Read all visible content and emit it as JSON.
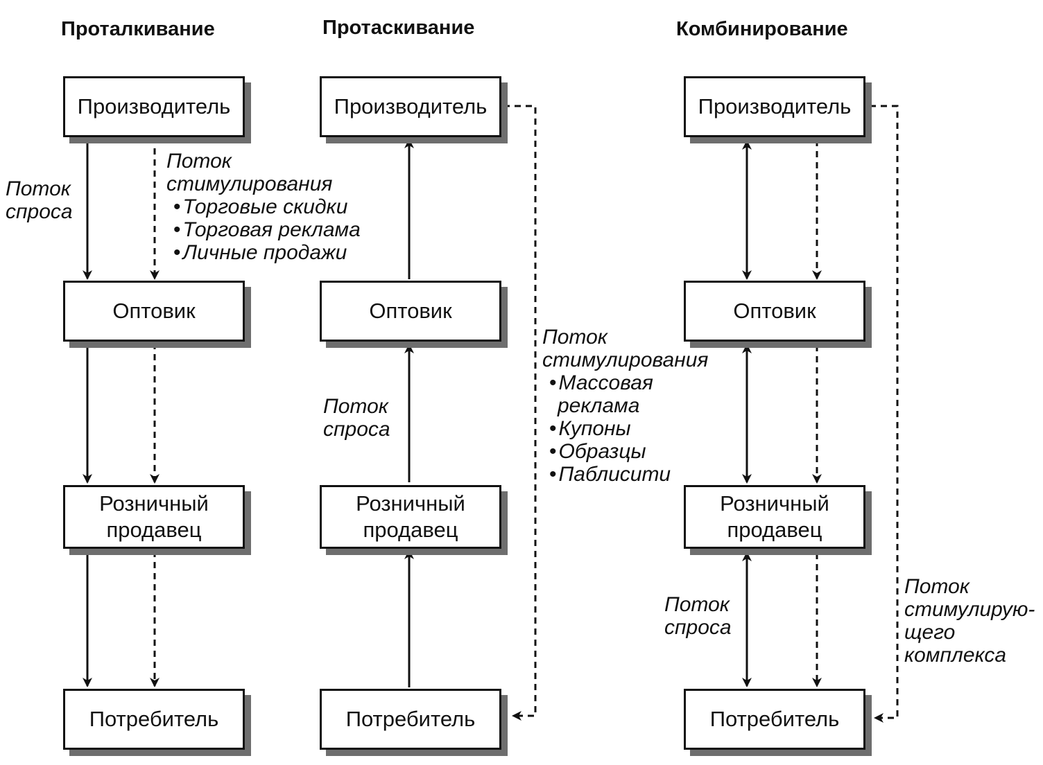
{
  "columns": {
    "push": {
      "title": "Проталкивание",
      "boxes": [
        "Производитель",
        "Оптовик",
        "Розничный продавец",
        "Потребитель"
      ],
      "demand_label": [
        "Поток",
        "спроса"
      ],
      "promo_label": {
        "head": [
          "Поток",
          "стимулирования"
        ],
        "items": [
          "Торговые скидки",
          "Торговая реклама",
          "Личные продажи"
        ]
      }
    },
    "pull": {
      "title": "Протаскивание",
      "boxes": [
        "Производитель",
        "Оптовик",
        "Розничный продавец",
        "Потребитель"
      ],
      "demand_label": [
        "Поток",
        "спроса"
      ],
      "promo_label": {
        "head": [
          "Поток",
          "стимулирования"
        ],
        "items": [
          "Массовая",
          "реклама",
          "Купоны",
          "Образцы",
          "Паблисити"
        ]
      }
    },
    "combo": {
      "title": "Комбинирование",
      "boxes": [
        "Производитель",
        "Оптовик",
        "Розничный продавец",
        "Потребитель"
      ],
      "demand_label": [
        "Поток",
        "спроса"
      ],
      "promo_label": [
        "Поток",
        "стимулирую-",
        "щего",
        "комплекса"
      ]
    }
  }
}
